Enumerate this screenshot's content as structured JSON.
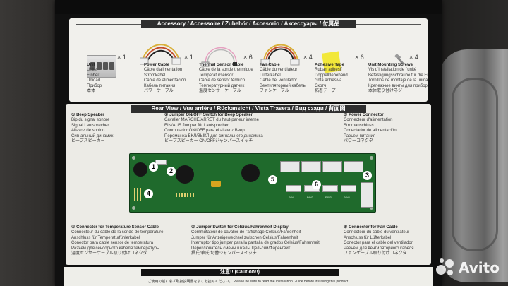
{
  "accessory": {
    "header": "Accessory / Accessoire / Zubehör / Accesorio / Аксессуары / 付属品",
    "items": [
      {
        "lines": [
          "Unit",
          "Unite",
          "Einheit",
          "Unidad",
          "Прибор",
          "本体"
        ],
        "qty": "× 1"
      },
      {
        "lines": [
          "Power Cable",
          "Câble d'alimentation",
          "Stromkabel",
          "Cable de alimentación",
          "Кабель питания",
          "パワーケーブル"
        ],
        "qty": "× 1"
      },
      {
        "lines": [
          "Thermal Sensor Cable",
          "Câble de la sonde thermique",
          "Temperatursensor",
          "Cable de sensor térmico",
          "Температурный датчик",
          "温度センサーケーブル"
        ],
        "qty": "× 6"
      },
      {
        "lines": [
          "Fan Cable",
          "Câble du ventilateur",
          "Lüfterkabel",
          "Cable del ventilador",
          "Вентиляторный кабель",
          "ファンケーブル"
        ],
        "qty": "× 4"
      },
      {
        "lines": [
          "Adhesive Tape",
          "Ruban adhésif",
          "Doppelklebeband",
          "cinta adhesiva",
          "Скотч",
          "粘着テープ"
        ],
        "qty": "× 6"
      },
      {
        "lines": [
          "Unit Mounting Screws",
          "Vis d'installation de l'unité",
          "Befestigungsschraube für die Einheit",
          "Tornillos de montaje de la unidad",
          "Крепежные винты для прибора",
          "本体取り付けネジ"
        ],
        "qty": "× 4"
      }
    ]
  },
  "rear": {
    "header": "Rear View / Vue arrière / Rückansicht / Vista Trasera / Вид сзади / 背面図",
    "callouts": [
      {
        "num": "①",
        "lines": [
          "Beep Speaker",
          "Bip du signal sonore",
          "Signal Lautsprecher",
          "Altavoz de sonido",
          "Сигнальный динамик",
          "ビープスピーカー"
        ]
      },
      {
        "num": "②",
        "lines": [
          "Jumper ON/OFF Switch for Beep Speaker",
          "Cavalier MARCHE/ARRÊT du haut-parleur interne",
          "EIN/AUS Jumper für Lautsprecher",
          "Conmutador ON/OFF para el altavoz Beep",
          "Перемычка ВКЛ/ВЫКЛ для сигнального динамика",
          "ビープスピーカー ON/OFFジャンパースイッチ"
        ]
      },
      {
        "num": "③",
        "lines": [
          "Power Connector",
          "Connecteur d'alimentation",
          "Stromanschluss",
          "Conectador de alimentación",
          "Разъем питания",
          "パワーコネクタ"
        ]
      },
      {
        "num": "④",
        "lines": [
          "Connecter for Temperature Sensor Cable",
          "Connecteur du câble de la sonde de température",
          "Anschluss für Temperaturfühlerkabel",
          "Conector para cable sensor de temperatura",
          "Разъем для сенсорного кабеля температуры",
          "温度センサーケーブル取り付けコネクタ"
        ]
      },
      {
        "num": "⑤",
        "lines": [
          "Jumper Switch for Celsius/Fahrenheit Display",
          "Commutateur de cavalier de l'affichage Celsius/Fahrenheit",
          "Jumper für Anzeigewechsel zwischen Celsius/Fahrenheit",
          "Interruptor tipo jumper para la pantalla de grados Celsius/Fahrenheit",
          "Переключатель смены шкалы Цельсий/Фаренгейт",
          "摂氏/華氏 切替ジャンパースイッチ"
        ]
      },
      {
        "num": "⑥",
        "lines": [
          "Connecter for Fan Cable",
          "Connecteur du câble du ventilateur",
          "Anschluss für Lüfterkabel",
          "Conector para el cable del ventilador",
          "Разъем для вентиляторного кабеля",
          "ファンケーブル取り付けコネクタ"
        ]
      }
    ],
    "board_markers": [
      "1",
      "2",
      "3",
      "4",
      "5",
      "6"
    ],
    "fan_labels": [
      "FAN1",
      "FAN2",
      "FAN3",
      "FAN4"
    ]
  },
  "caution": {
    "title": "注意!! (Caution!!)",
    "text": "ご使用の前に必ず取扱説明書をよくお読みください。 Please be sure to read the Installation Guide before installing this product."
  },
  "watermark": {
    "text": "Avito"
  }
}
